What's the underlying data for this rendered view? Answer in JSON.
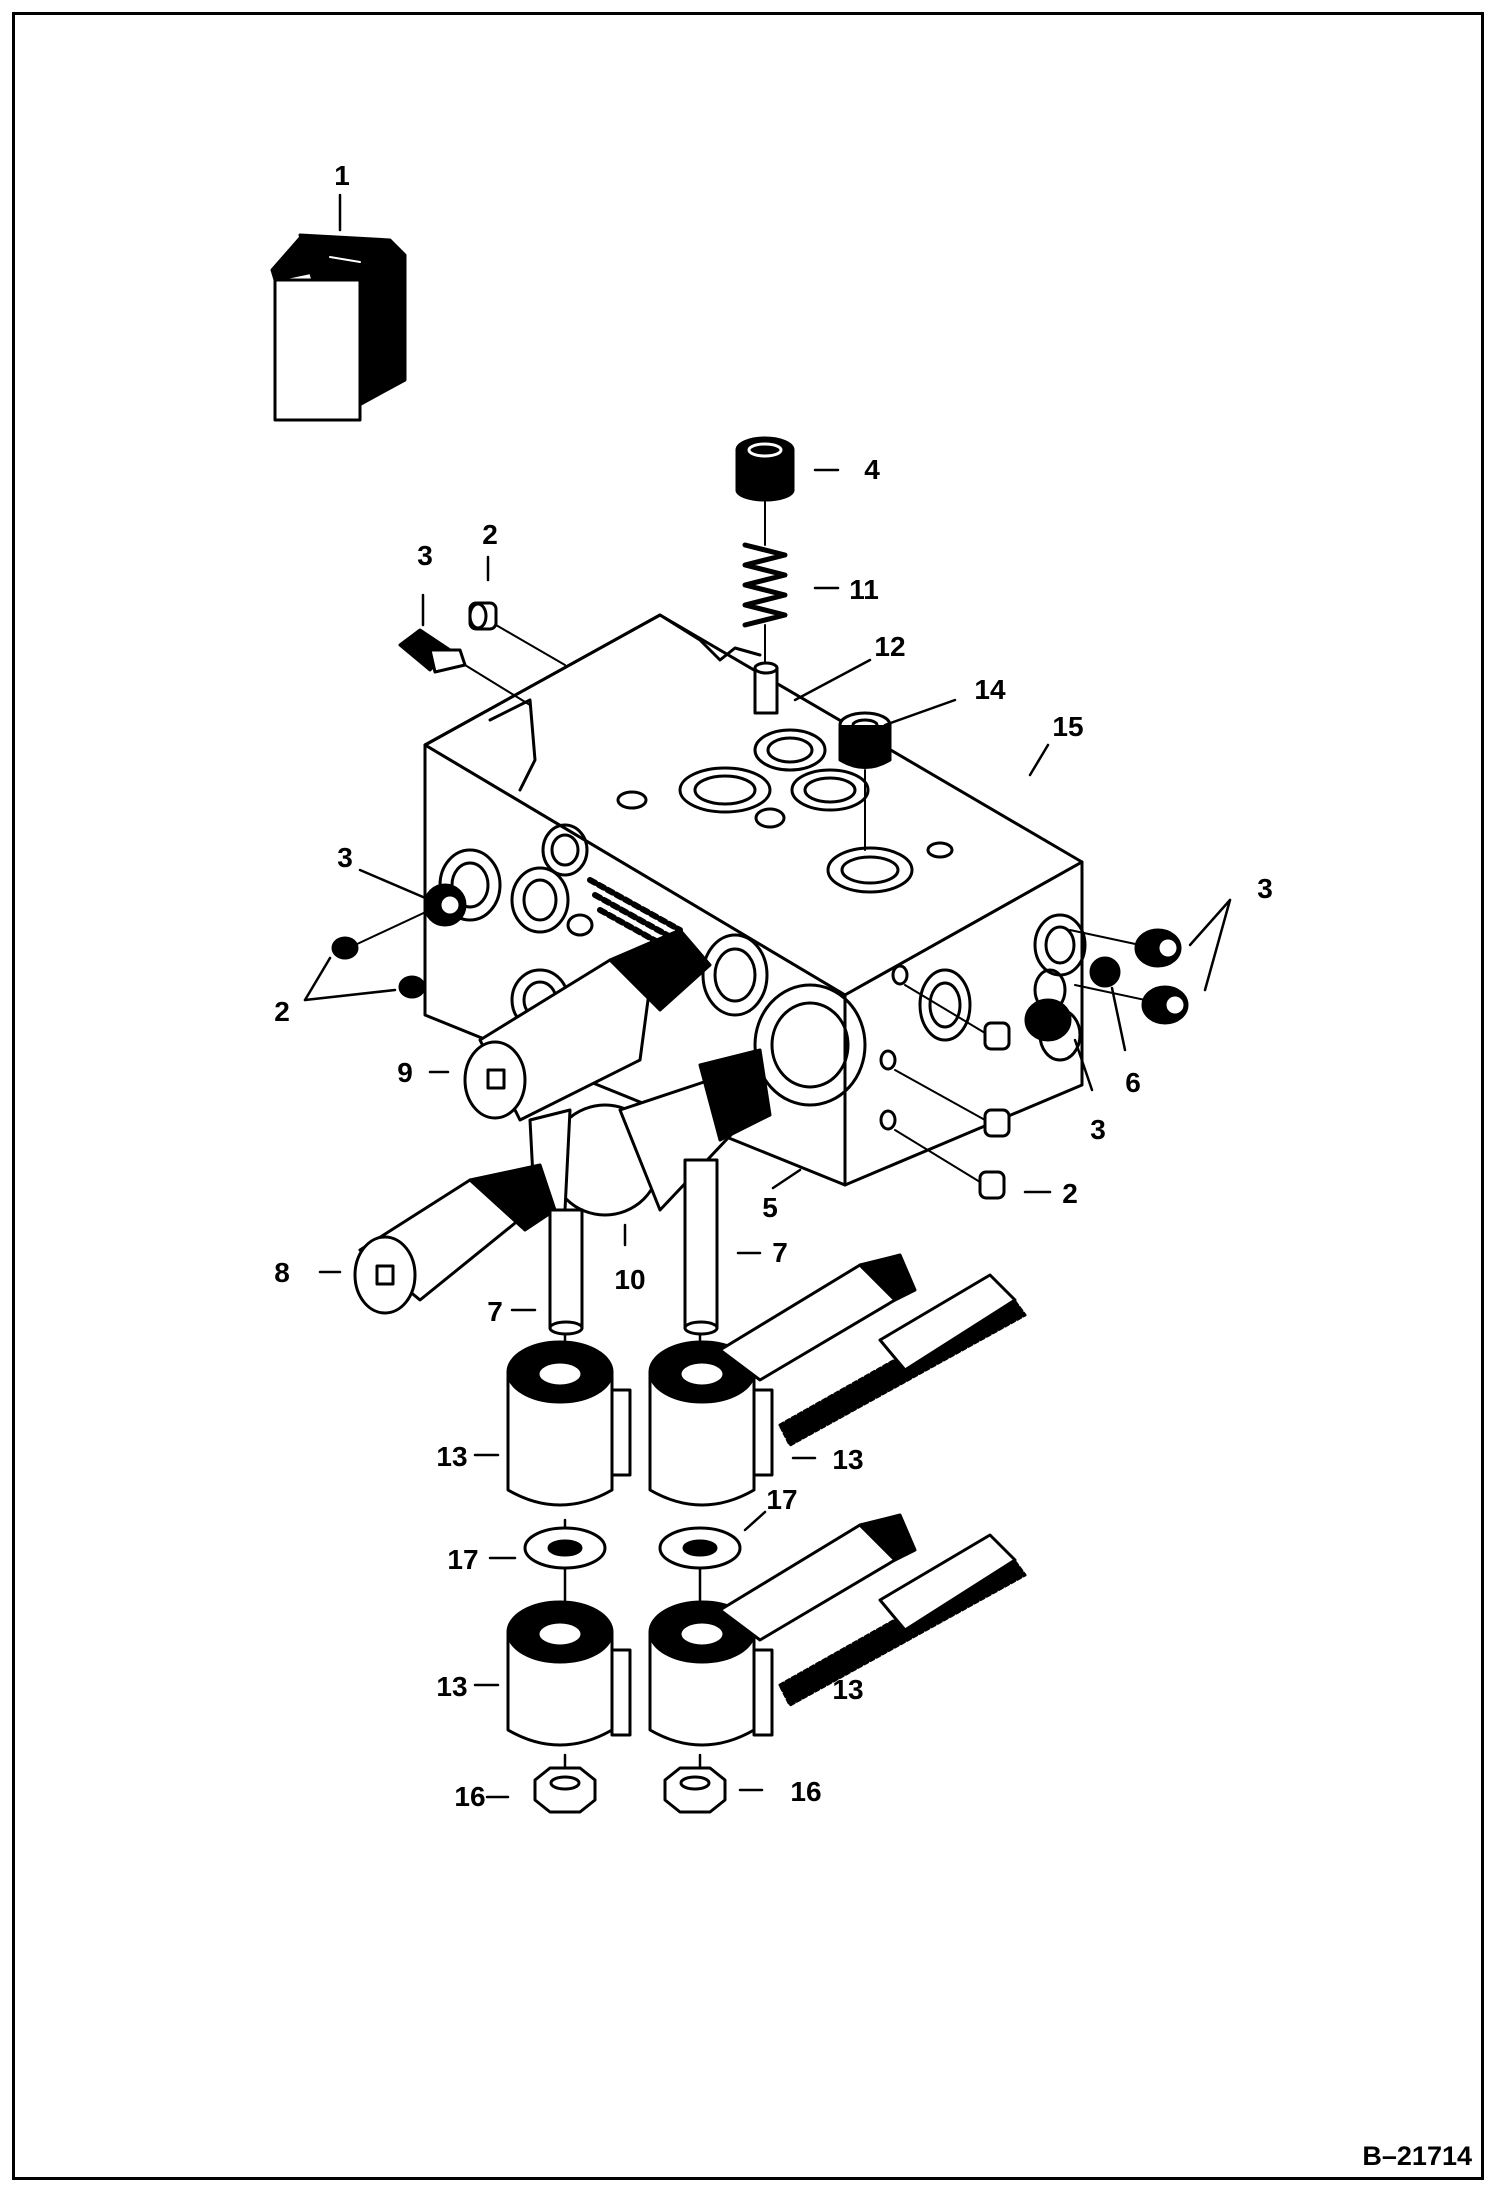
{
  "diagram": {
    "reference_code": "B–21714",
    "callouts": [
      {
        "id": "c1",
        "text": "1"
      },
      {
        "id": "c4",
        "text": "4"
      },
      {
        "id": "c2a",
        "text": "2"
      },
      {
        "id": "c3a",
        "text": "3"
      },
      {
        "id": "c11",
        "text": "11"
      },
      {
        "id": "c12",
        "text": "12"
      },
      {
        "id": "c14",
        "text": "14"
      },
      {
        "id": "c15",
        "text": "15"
      },
      {
        "id": "c3b",
        "text": "3"
      },
      {
        "id": "c3c",
        "text": "3"
      },
      {
        "id": "c2b",
        "text": "2"
      },
      {
        "id": "c6",
        "text": "6"
      },
      {
        "id": "c9",
        "text": "9"
      },
      {
        "id": "c3d",
        "text": "3"
      },
      {
        "id": "c2c",
        "text": "2"
      },
      {
        "id": "c5",
        "text": "5"
      },
      {
        "id": "c8",
        "text": "8"
      },
      {
        "id": "c10",
        "text": "10"
      },
      {
        "id": "c7a",
        "text": "7"
      },
      {
        "id": "c7b",
        "text": "7"
      },
      {
        "id": "c13a",
        "text": "13"
      },
      {
        "id": "c13b",
        "text": "13"
      },
      {
        "id": "c17a",
        "text": "17"
      },
      {
        "id": "c17b",
        "text": "17"
      },
      {
        "id": "c13c",
        "text": "13"
      },
      {
        "id": "c13d",
        "text": "13"
      },
      {
        "id": "c16a",
        "text": "16"
      },
      {
        "id": "c16b",
        "text": "16"
      }
    ]
  }
}
